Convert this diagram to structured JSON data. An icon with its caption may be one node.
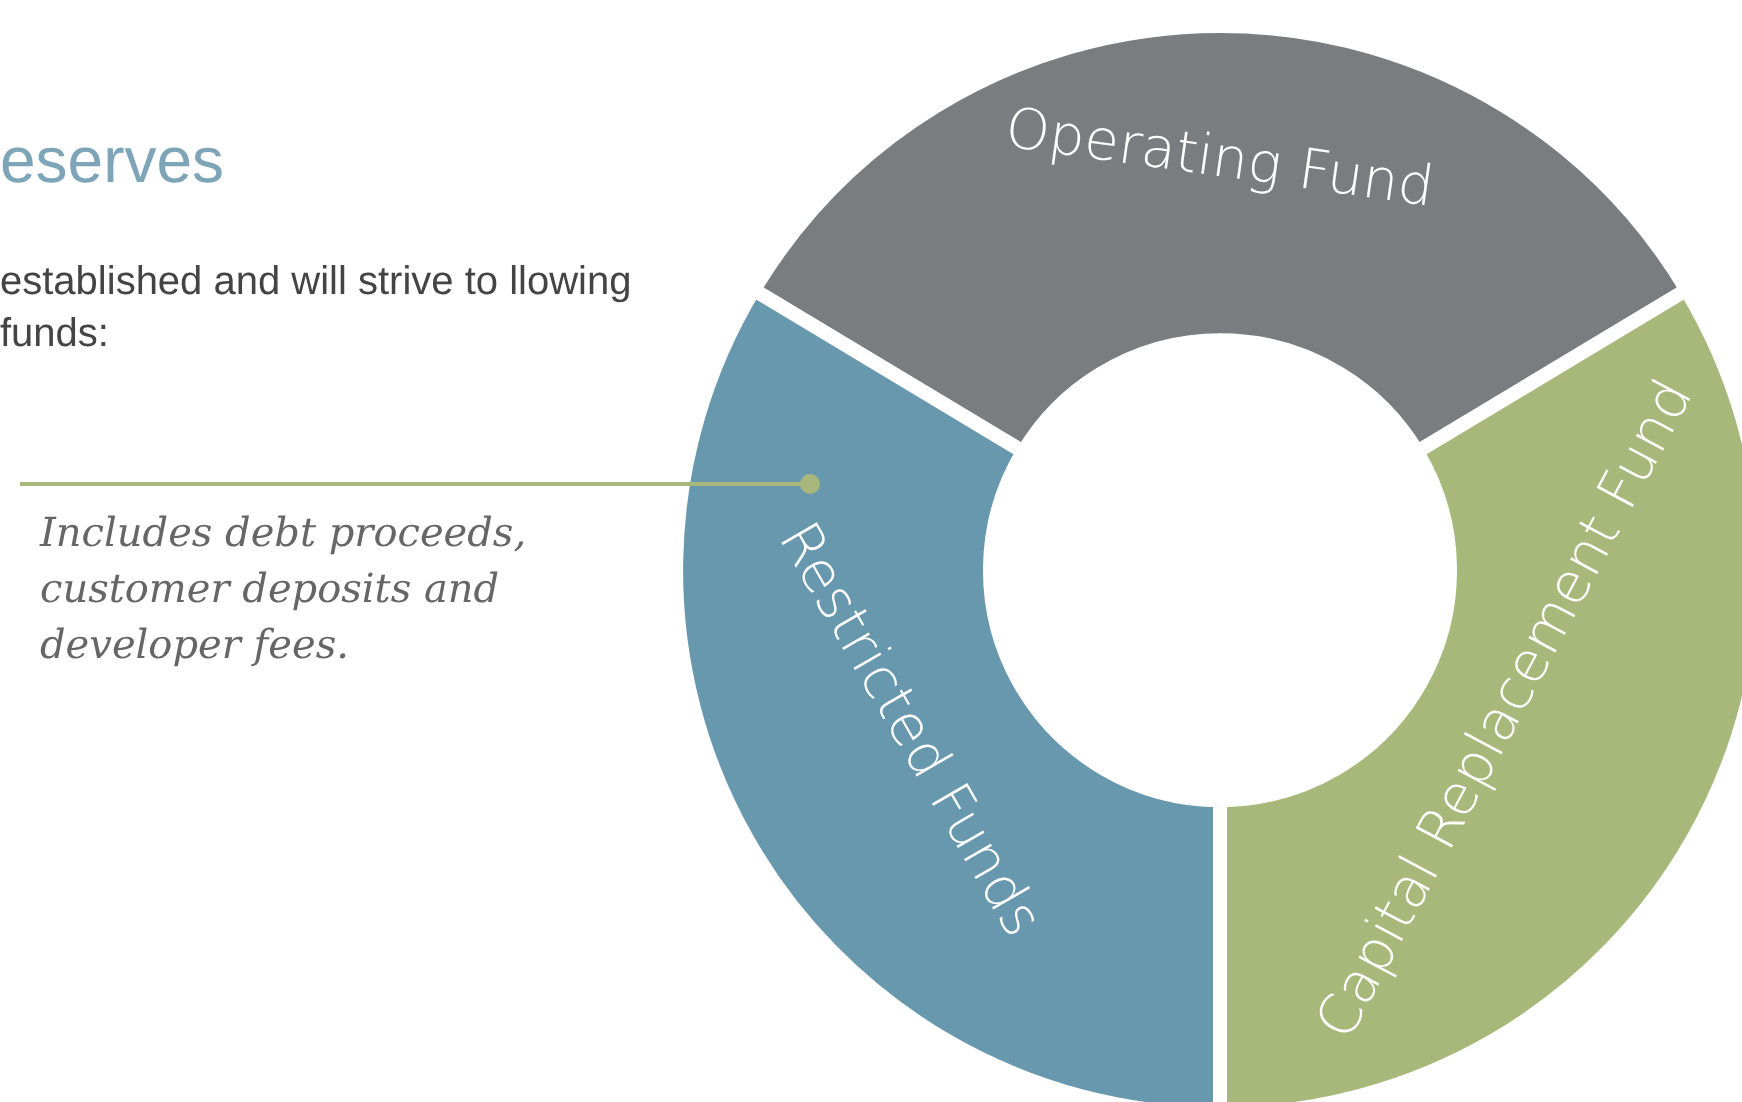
{
  "diagram": {
    "title": "eserves",
    "nodes": [
      {
        "text": [
          "Operating Fund"
        ]
      },
      {
        "text": [
          "Capital Replacement Fund"
        ]
      },
      {
        "text": [
          "Restricted Funds"
        ]
      },
      {
        "text": [
          "Includes debt proceeds, customer deposits and developer fees."
        ]
      }
    ],
    "edges": [
      {
        "from": 3,
        "to": 2,
        "arrow": "other"
      }
    ],
    "labels": [
      "established and will strive to llowing funds:"
    ]
  }
}
